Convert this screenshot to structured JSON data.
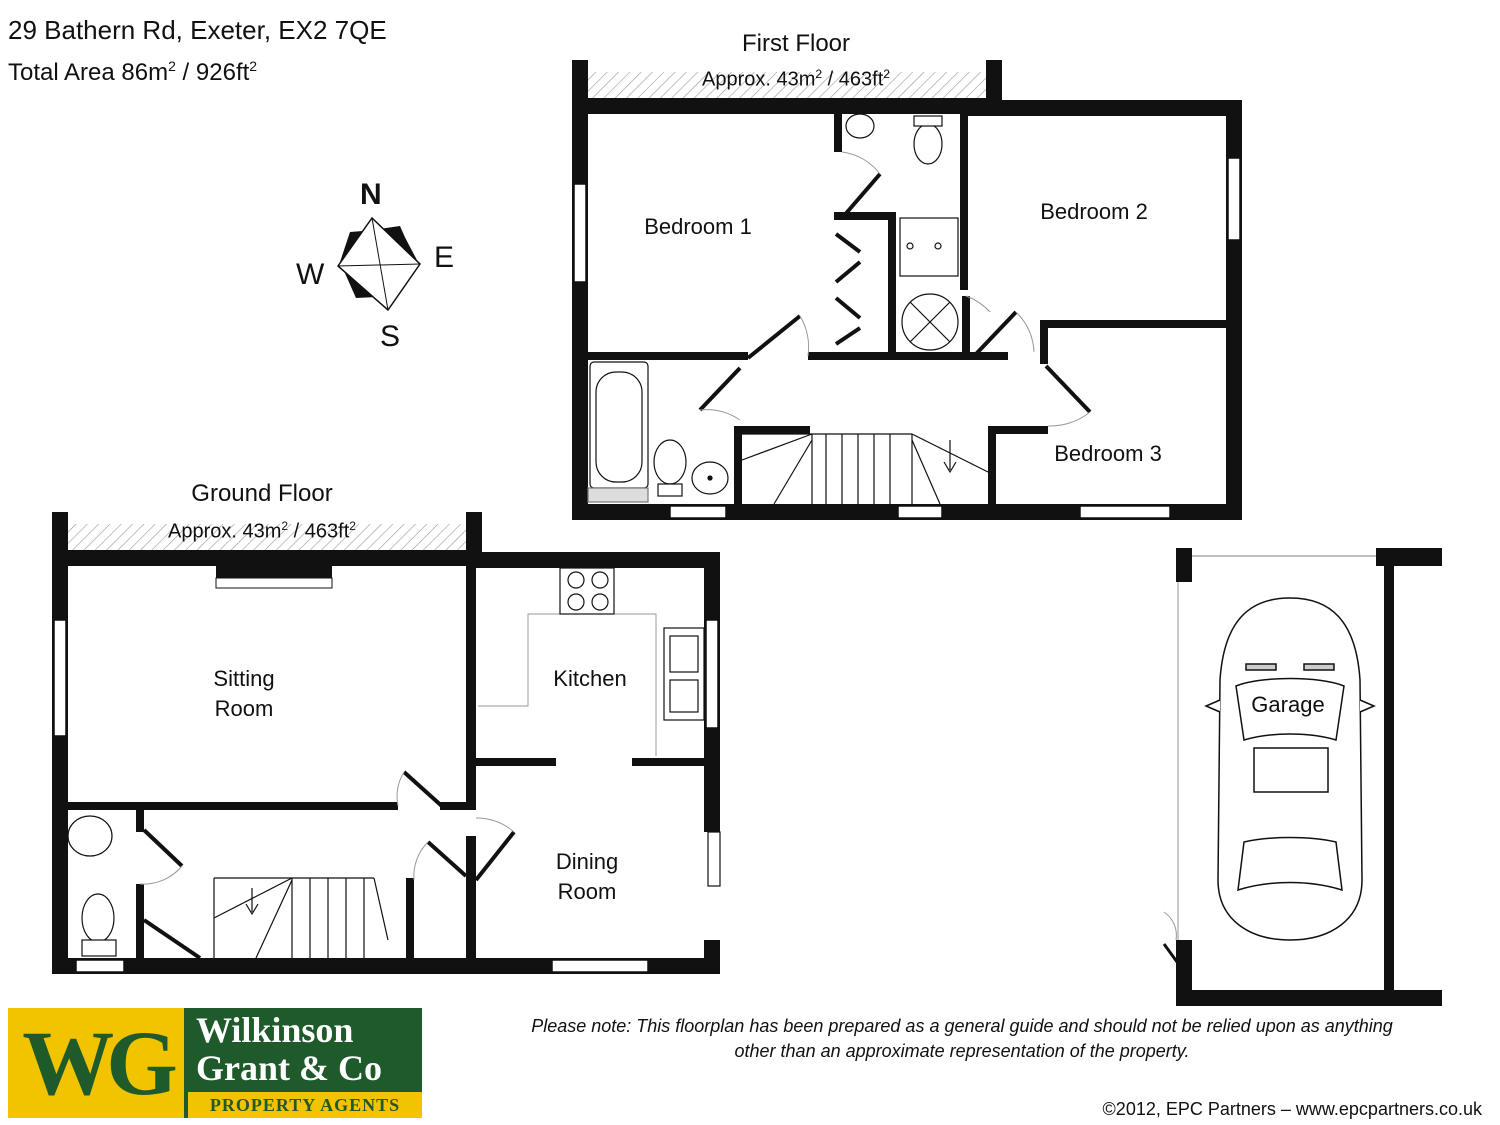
{
  "header": {
    "address": "29 Bathern Rd, Exeter, EX2 7QE",
    "total_area_prefix": "Total Area 86m",
    "sup1": "2",
    "total_area_mid": " /  926ft",
    "sup2": "2"
  },
  "compass": {
    "n": "N",
    "e": "E",
    "s": "S",
    "w": "W"
  },
  "first_floor": {
    "title": "First Floor",
    "area_a": "Approx. 43m",
    "area_sup1": "2",
    "area_b": " / 463ft",
    "area_sup2": "2",
    "rooms": {
      "bedroom1": "Bedroom 1",
      "bedroom2": "Bedroom 2",
      "bedroom3": "Bedroom 3"
    }
  },
  "ground_floor": {
    "title": "Ground Floor",
    "area_a": "Approx. 43m",
    "area_sup1": "2",
    "area_b": " / 463ft",
    "area_sup2": "2",
    "rooms": {
      "sitting_1": "Sitting",
      "sitting_2": "Room",
      "kitchen": "Kitchen",
      "dining_1": "Dining",
      "dining_2": "Room",
      "garage": "Garage"
    }
  },
  "logo": {
    "mark": "WG",
    "line1": "Wilkinson",
    "line2": "Grant & Co",
    "tagline": "PROPERTY AGENTS",
    "colors": {
      "green": "#1f5a2b",
      "yellow": "#f2c400"
    }
  },
  "disclaimer": {
    "line1": "Please note: This floorplan has been prepared as a general guide and should not be relied upon as anything",
    "line2": "other than an approximate representation of the property."
  },
  "copyright": "©2012, EPC Partners – www.epcpartners.co.uk"
}
